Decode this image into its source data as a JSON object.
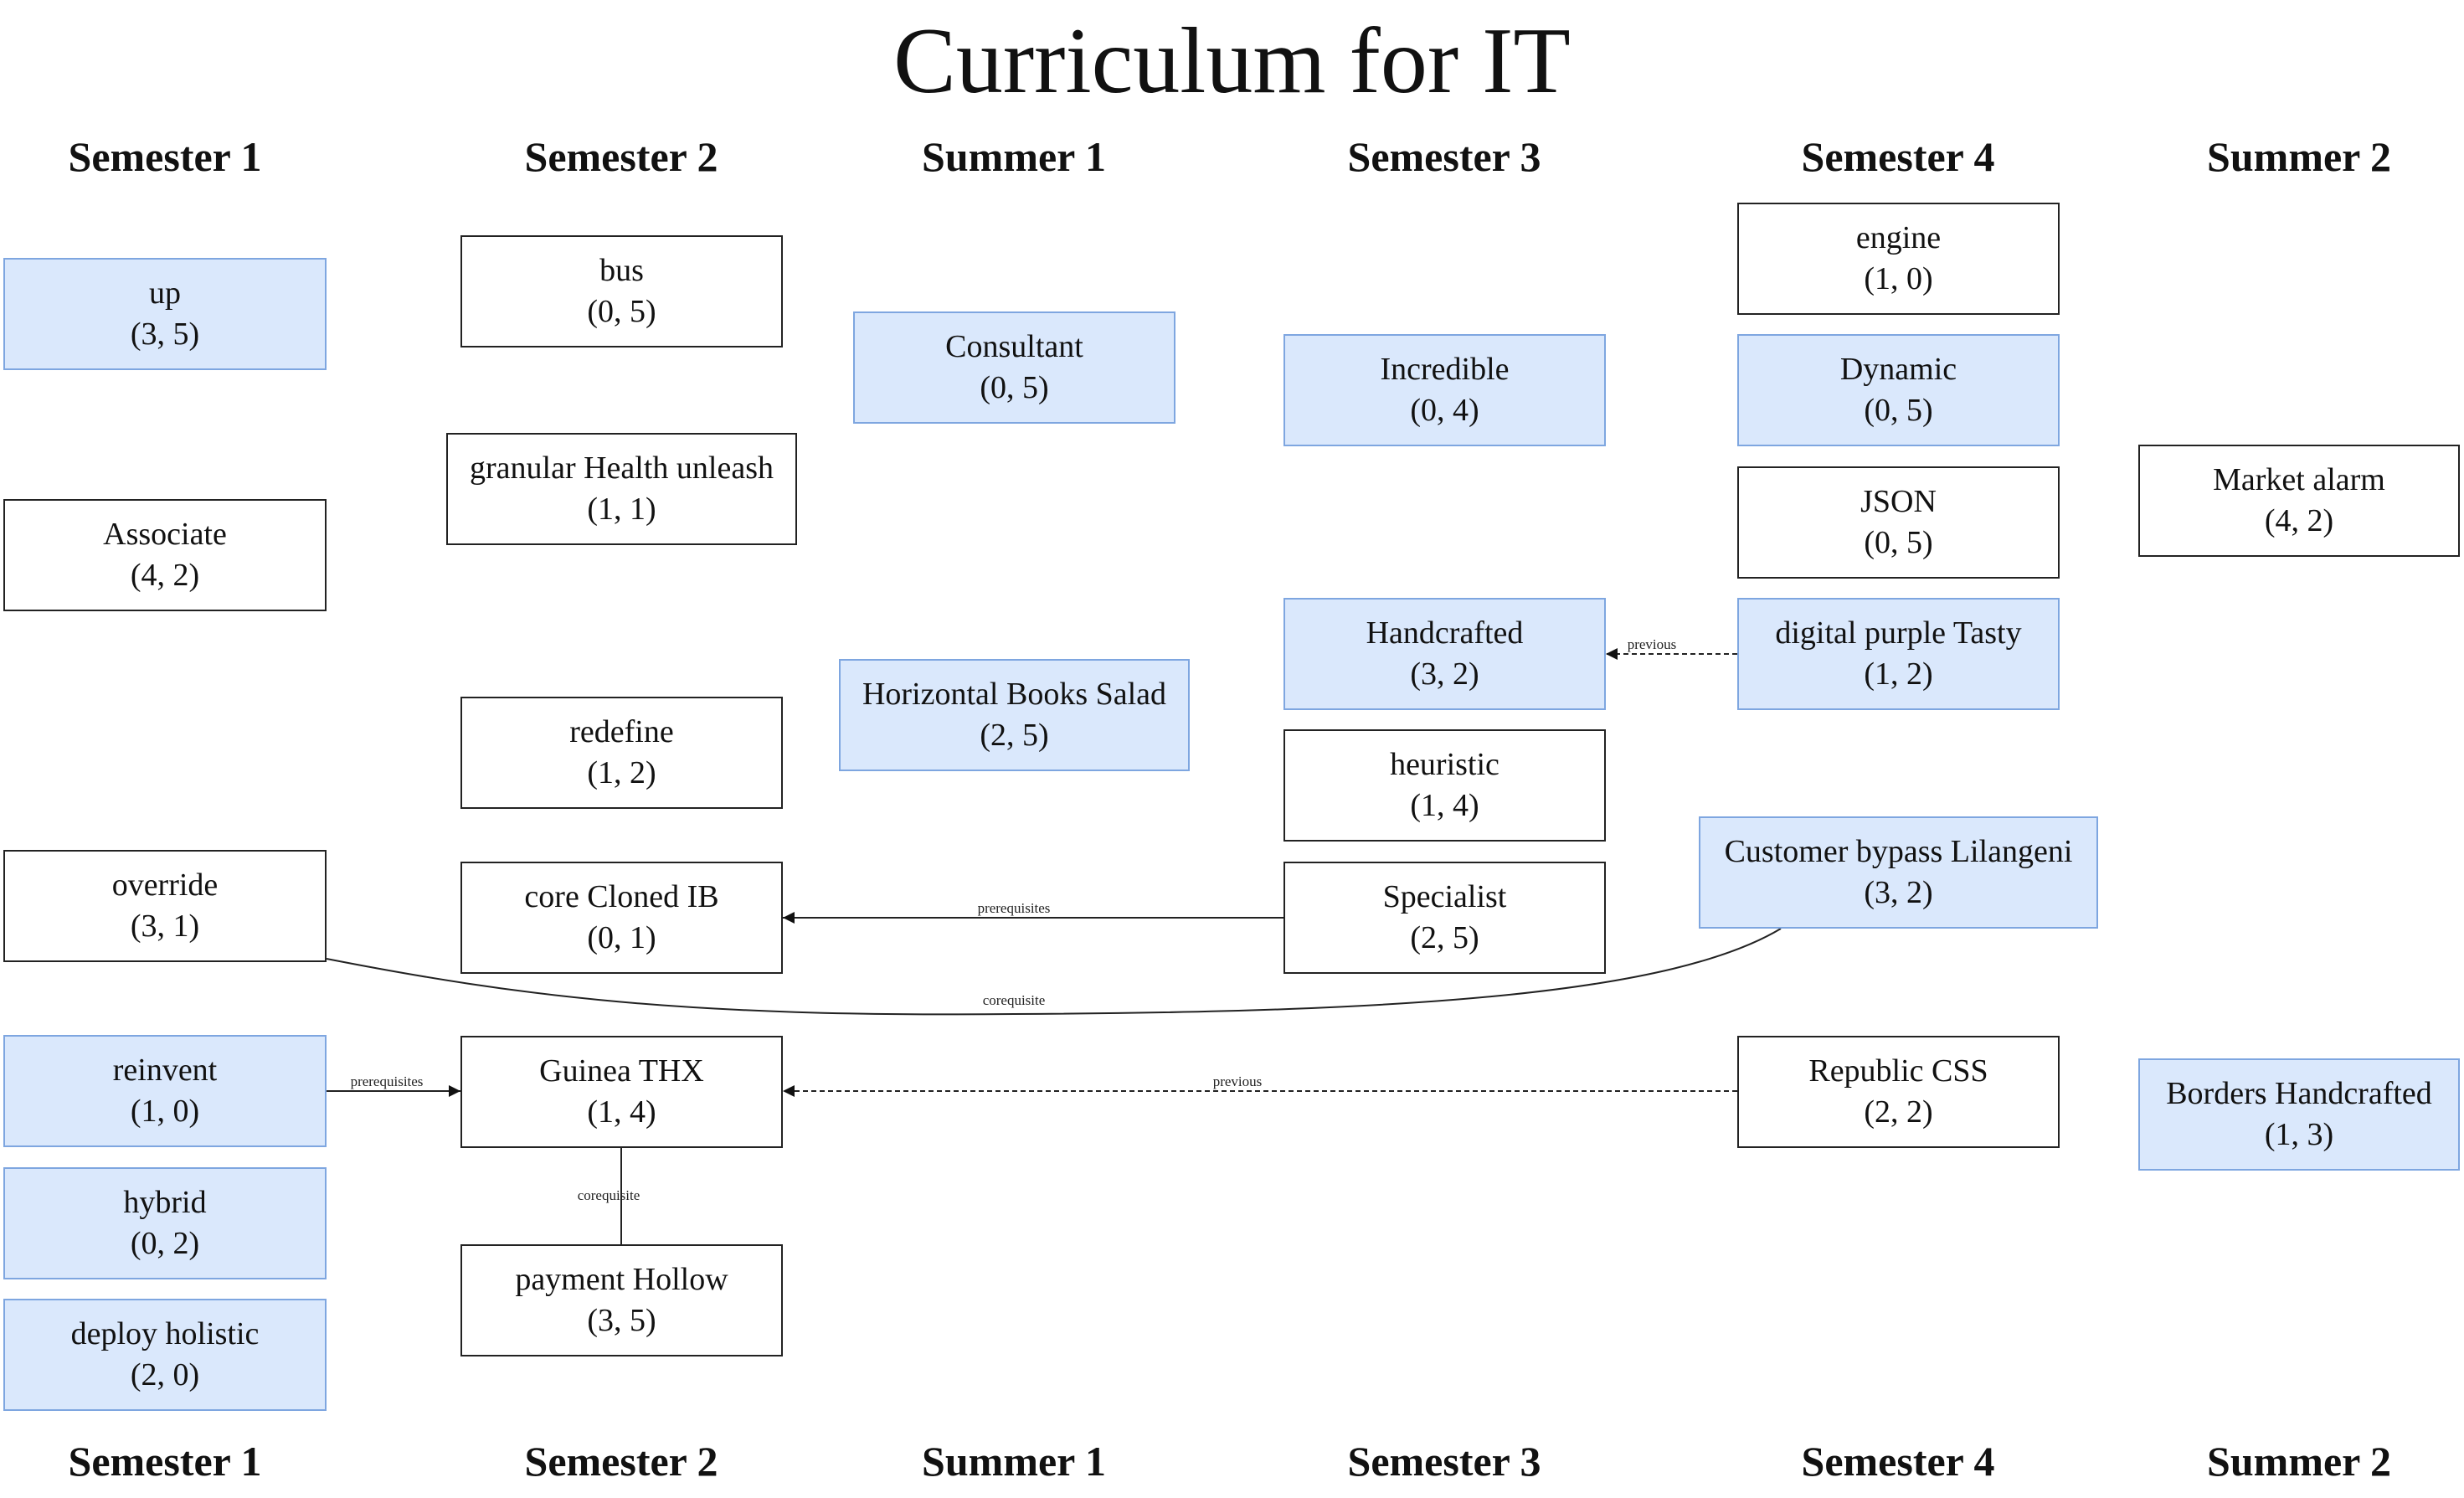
{
  "title": "Curriculum for IT",
  "columns": [
    {
      "id": "s1",
      "label": "Semester 1"
    },
    {
      "id": "s2",
      "label": "Semester 2"
    },
    {
      "id": "u1",
      "label": "Summer 1"
    },
    {
      "id": "s3",
      "label": "Semester 3"
    },
    {
      "id": "s4",
      "label": "Semester 4"
    },
    {
      "id": "u2",
      "label": "Summer 2"
    }
  ],
  "courses": [
    {
      "id": "up",
      "column": "s1",
      "name": "up",
      "credits": "(3, 5)",
      "highlighted": true
    },
    {
      "id": "associate",
      "column": "s1",
      "name": "Associate",
      "credits": "(4, 2)",
      "highlighted": false
    },
    {
      "id": "override",
      "column": "s1",
      "name": "override",
      "credits": "(3, 1)",
      "highlighted": false
    },
    {
      "id": "reinvent",
      "column": "s1",
      "name": "reinvent",
      "credits": "(1, 0)",
      "highlighted": true
    },
    {
      "id": "hybrid",
      "column": "s1",
      "name": "hybrid",
      "credits": "(0, 2)",
      "highlighted": true
    },
    {
      "id": "deploy-holistic",
      "column": "s1",
      "name": "deploy holistic",
      "credits": "(2, 0)",
      "highlighted": true
    },
    {
      "id": "bus",
      "column": "s2",
      "name": "bus",
      "credits": "(0, 5)",
      "highlighted": false
    },
    {
      "id": "granular-health-unleash",
      "column": "s2",
      "name": "granular Health unleash",
      "credits": "(1, 1)",
      "highlighted": false
    },
    {
      "id": "redefine",
      "column": "s2",
      "name": "redefine",
      "credits": "(1, 2)",
      "highlighted": false
    },
    {
      "id": "core-cloned-ib",
      "column": "s2",
      "name": "core Cloned IB",
      "credits": "(0, 1)",
      "highlighted": false
    },
    {
      "id": "guinea-thx",
      "column": "s2",
      "name": "Guinea THX",
      "credits": "(1, 4)",
      "highlighted": false
    },
    {
      "id": "payment-hollow",
      "column": "s2",
      "name": "payment Hollow",
      "credits": "(3, 5)",
      "highlighted": false
    },
    {
      "id": "consultant",
      "column": "u1",
      "name": "Consultant",
      "credits": "(0, 5)",
      "highlighted": true
    },
    {
      "id": "horizontal-books-salad",
      "column": "u1",
      "name": "Horizontal Books Salad",
      "credits": "(2, 5)",
      "highlighted": true
    },
    {
      "id": "incredible",
      "column": "s3",
      "name": "Incredible",
      "credits": "(0, 4)",
      "highlighted": true
    },
    {
      "id": "handcrafted",
      "column": "s3",
      "name": "Handcrafted",
      "credits": "(3, 2)",
      "highlighted": true
    },
    {
      "id": "heuristic",
      "column": "s3",
      "name": "heuristic",
      "credits": "(1, 4)",
      "highlighted": false
    },
    {
      "id": "specialist",
      "column": "s3",
      "name": "Specialist",
      "credits": "(2, 5)",
      "highlighted": false
    },
    {
      "id": "engine",
      "column": "s4",
      "name": "engine",
      "credits": "(1, 0)",
      "highlighted": false
    },
    {
      "id": "dynamic",
      "column": "s4",
      "name": "Dynamic",
      "credits": "(0, 5)",
      "highlighted": true
    },
    {
      "id": "json",
      "column": "s4",
      "name": "JSON",
      "credits": "(0, 5)",
      "highlighted": false
    },
    {
      "id": "digital-purple-tasty",
      "column": "s4",
      "name": "digital purple Tasty",
      "credits": "(1, 2)",
      "highlighted": true
    },
    {
      "id": "customer-bypass-lilangeni",
      "column": "s4",
      "name": "Customer bypass Lilangeni",
      "credits": "(3, 2)",
      "highlighted": true
    },
    {
      "id": "republic-css",
      "column": "s4",
      "name": "Republic CSS",
      "credits": "(2, 2)",
      "highlighted": false
    },
    {
      "id": "market-alarm",
      "column": "u2",
      "name": "Market alarm",
      "credits": "(4, 2)",
      "highlighted": false
    },
    {
      "id": "borders-handcrafted",
      "column": "u2",
      "name": "Borders Handcrafted",
      "credits": "(1, 3)",
      "highlighted": true
    }
  ],
  "links": [
    {
      "id": "reinvent-guinea",
      "from": "reinvent",
      "to": "guinea-thx",
      "label": "prerequisites",
      "style": "solid",
      "arrow": true
    },
    {
      "id": "specialist-core",
      "from": "specialist",
      "to": "core-cloned-ib",
      "label": "prerequisites",
      "style": "solid",
      "arrow": true
    },
    {
      "id": "digital-handcrafted",
      "from": "digital-purple-tasty",
      "to": "handcrafted",
      "label": "previous",
      "style": "dashed",
      "arrow": true
    },
    {
      "id": "republic-guinea",
      "from": "republic-css",
      "to": "guinea-thx",
      "label": "previous",
      "style": "dashed",
      "arrow": true
    },
    {
      "id": "guinea-payment",
      "from": "guinea-thx",
      "to": "payment-hollow",
      "label": "corequisite",
      "style": "solid",
      "arrow": false
    },
    {
      "id": "override-customer",
      "from": "override",
      "to": "customer-bypass-lilangeni",
      "label": "corequisite",
      "style": "solid",
      "arrow": false
    }
  ],
  "colors": {
    "highlight_fill": "#dae8fc",
    "highlight_border": "#7ea6e0",
    "plain_border": "#222222",
    "line": "#222222"
  }
}
